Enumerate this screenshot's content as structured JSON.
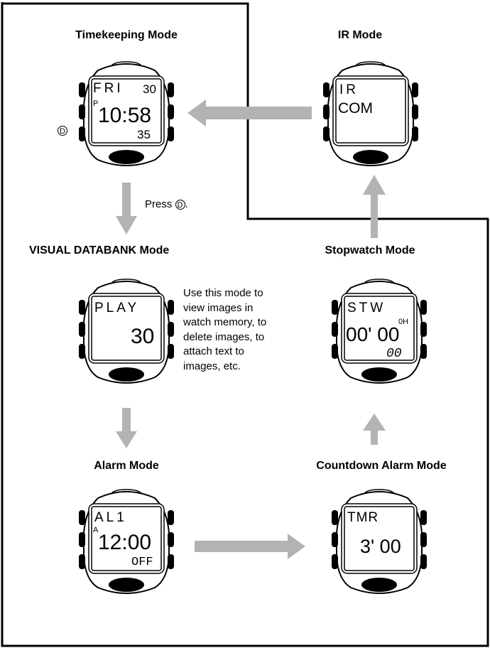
{
  "modes": {
    "timekeeping": {
      "title": "Timekeeping Mode",
      "display": {
        "day": "FRI",
        "date": "30",
        "ampm": "P",
        "time": "10:58",
        "seconds": "35"
      },
      "button_label": "D"
    },
    "ir": {
      "title": "IR Mode",
      "display": {
        "line1": "IR",
        "line2": "COM"
      }
    },
    "visual_databank": {
      "title": "VISUAL DATABANK Mode",
      "display": {
        "line1": "PLAY",
        "value": "30"
      },
      "description": "Use this mode to view images in watch memory, to delete images, to attach text to images, etc."
    },
    "stopwatch": {
      "title": "Stopwatch Mode",
      "display": {
        "label": "STW",
        "hours": "0H",
        "time": "00' 00",
        "fraction": "00"
      }
    },
    "alarm": {
      "title": "Alarm Mode",
      "display": {
        "label": "AL1",
        "indicator": "A",
        "time": "12:00",
        "status": "OFF"
      }
    },
    "countdown": {
      "title": "Countdown Alarm Mode",
      "display": {
        "label": "TMR",
        "time": "3' 00"
      }
    }
  },
  "instruction": {
    "prefix": "Press ",
    "button": "D",
    "suffix": "."
  },
  "colors": {
    "arrow": "#b3b3b3",
    "line": "#000000",
    "background": "#ffffff"
  }
}
